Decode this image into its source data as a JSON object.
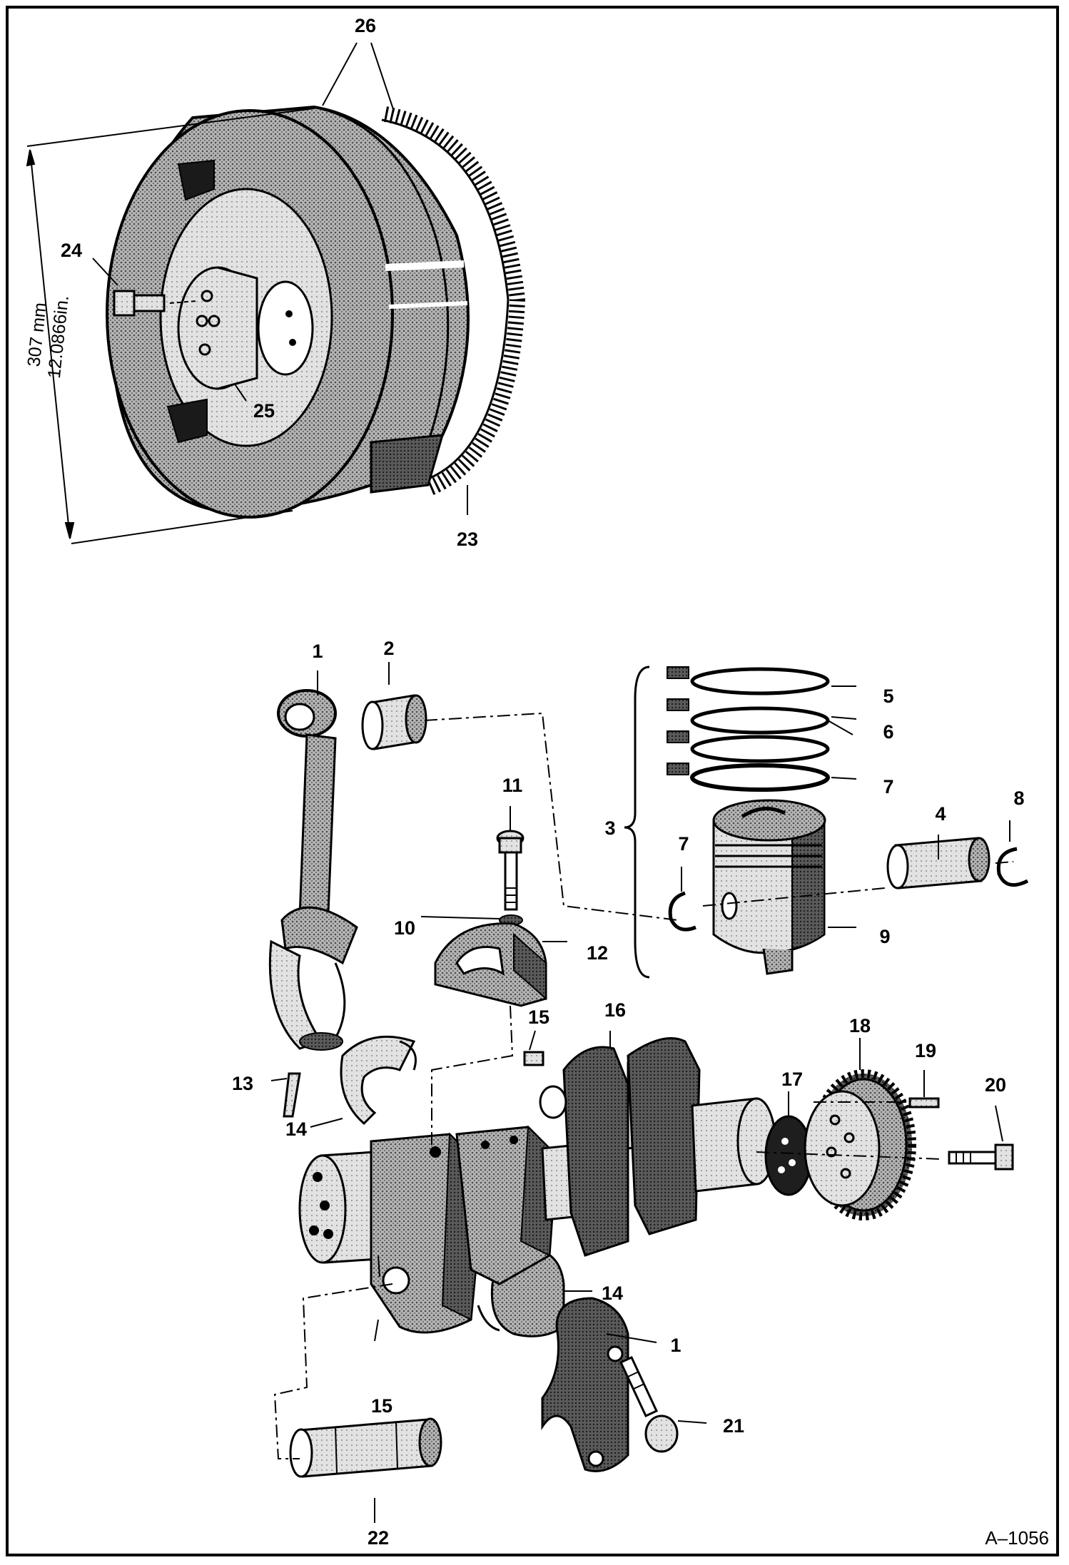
{
  "diagram": {
    "reference": "A–1056",
    "dimension": {
      "metric": "307 mm",
      "imperial": "12.0866in."
    },
    "callouts": {
      "c1": "1",
      "c1b": "1",
      "c2": "2",
      "c3": "3",
      "c4": "4",
      "c5": "5",
      "c6": "6",
      "c7a": "7",
      "c7b": "7",
      "c8": "8",
      "c9": "9",
      "c10": "10",
      "c11": "11",
      "c12": "12",
      "c13": "13",
      "c14a": "14",
      "c14b": "14",
      "c15a": "15",
      "c15b": "15",
      "c16": "16",
      "c17": "17",
      "c18": "18",
      "c19": "19",
      "c20": "20",
      "c21": "21",
      "c22": "22",
      "c23": "23",
      "c24": "24",
      "c25": "25",
      "c26": "26"
    },
    "colors": {
      "ink": "#000000",
      "halftone": "#8a8a8a",
      "paper": "#ffffff"
    }
  }
}
